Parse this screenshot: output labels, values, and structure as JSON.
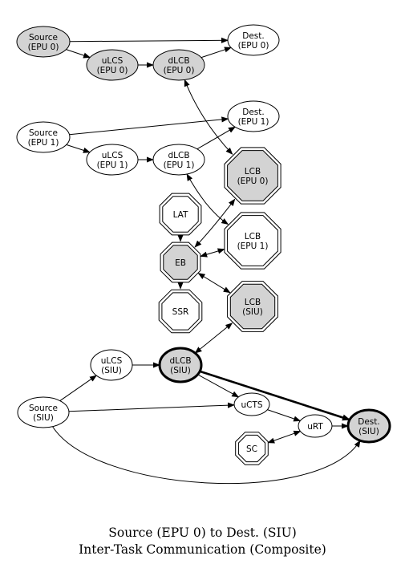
{
  "nodes": [
    {
      "id": "src_epu0",
      "shape": "ellipse",
      "lines": [
        "Source",
        "(EPU 0)"
      ],
      "fill": "#d3d3d3",
      "bold": false
    },
    {
      "id": "dest_epu0",
      "shape": "ellipse",
      "lines": [
        "Dest.",
        "(EPU 0)"
      ],
      "fill": "#ffffff",
      "bold": false
    },
    {
      "id": "ulcs_epu0",
      "shape": "ellipse",
      "lines": [
        "uLCS",
        "(EPU 0)"
      ],
      "fill": "#d3d3d3",
      "bold": false
    },
    {
      "id": "dlcb_epu0",
      "shape": "ellipse",
      "lines": [
        "dLCB",
        "(EPU 0)"
      ],
      "fill": "#d3d3d3",
      "bold": false
    },
    {
      "id": "src_epu1",
      "shape": "ellipse",
      "lines": [
        "Source",
        "(EPU 1)"
      ],
      "fill": "#ffffff",
      "bold": false
    },
    {
      "id": "dest_epu1",
      "shape": "ellipse",
      "lines": [
        "Dest.",
        "(EPU 1)"
      ],
      "fill": "#ffffff",
      "bold": false
    },
    {
      "id": "ulcs_epu1",
      "shape": "ellipse",
      "lines": [
        "uLCS",
        "(EPU 1)"
      ],
      "fill": "#ffffff",
      "bold": false
    },
    {
      "id": "dlcb_epu1",
      "shape": "ellipse",
      "lines": [
        "dLCB",
        "(EPU 1)"
      ],
      "fill": "#ffffff",
      "bold": false
    },
    {
      "id": "lcb_epu0",
      "shape": "octagon",
      "lines": [
        "LCB",
        "(EPU 0)"
      ],
      "fill": "#d3d3d3",
      "bold": false
    },
    {
      "id": "lat",
      "shape": "octagon",
      "lines": [
        "LAT"
      ],
      "fill": "#ffffff",
      "bold": false
    },
    {
      "id": "lcb_epu1",
      "shape": "octagon",
      "lines": [
        "LCB",
        "(EPU 1)"
      ],
      "fill": "#ffffff",
      "bold": false
    },
    {
      "id": "eb",
      "shape": "octagon",
      "lines": [
        "EB"
      ],
      "fill": "#d3d3d3",
      "bold": false
    },
    {
      "id": "ssr",
      "shape": "octagon",
      "lines": [
        "SSR"
      ],
      "fill": "#ffffff",
      "bold": false
    },
    {
      "id": "lcb_siu",
      "shape": "octagon",
      "lines": [
        "LCB",
        "(SIU)"
      ],
      "fill": "#d3d3d3",
      "bold": false
    },
    {
      "id": "ulcs_siu",
      "shape": "ellipse",
      "lines": [
        "uLCS",
        "(SIU)"
      ],
      "fill": "#ffffff",
      "bold": false
    },
    {
      "id": "dlcb_siu",
      "shape": "ellipse",
      "lines": [
        "dLCB",
        "(SIU)"
      ],
      "fill": "#d3d3d3",
      "bold": true
    },
    {
      "id": "src_siu",
      "shape": "ellipse",
      "lines": [
        "Source",
        "(SIU)"
      ],
      "fill": "#ffffff",
      "bold": false
    },
    {
      "id": "ucts",
      "shape": "ellipse",
      "lines": [
        "uCTS"
      ],
      "fill": "#ffffff",
      "bold": false
    },
    {
      "id": "urt",
      "shape": "ellipse",
      "lines": [
        "uRT"
      ],
      "fill": "#ffffff",
      "bold": false
    },
    {
      "id": "dest_siu",
      "shape": "ellipse",
      "lines": [
        "Dest.",
        "(SIU)"
      ],
      "fill": "#d3d3d3",
      "bold": true
    },
    {
      "id": "sc",
      "shape": "octagon",
      "lines": [
        "SC"
      ],
      "fill": "#ffffff",
      "bold": false
    }
  ],
  "edges": [
    {
      "from": "src_epu0",
      "to": "dest_epu0",
      "dir": "forward",
      "bold": false
    },
    {
      "from": "src_epu0",
      "to": "ulcs_epu0",
      "dir": "forward",
      "bold": false
    },
    {
      "from": "ulcs_epu0",
      "to": "dlcb_epu0",
      "dir": "forward",
      "bold": false
    },
    {
      "from": "dlcb_epu0",
      "to": "dest_epu0",
      "dir": "forward",
      "bold": false
    },
    {
      "from": "dlcb_epu0",
      "to": "lcb_epu0",
      "dir": "both",
      "bold": false
    },
    {
      "from": "src_epu1",
      "to": "dest_epu1",
      "dir": "forward",
      "bold": false
    },
    {
      "from": "src_epu1",
      "to": "ulcs_epu1",
      "dir": "forward",
      "bold": false
    },
    {
      "from": "ulcs_epu1",
      "to": "dlcb_epu1",
      "dir": "forward",
      "bold": false
    },
    {
      "from": "dlcb_epu1",
      "to": "dest_epu1",
      "dir": "forward",
      "bold": false
    },
    {
      "from": "dlcb_epu1",
      "to": "lcb_epu1",
      "dir": "both",
      "bold": false
    },
    {
      "from": "lat",
      "to": "eb",
      "dir": "forward",
      "bold": false
    },
    {
      "from": "eb",
      "to": "lcb_epu0",
      "dir": "both",
      "bold": false
    },
    {
      "from": "eb",
      "to": "lcb_epu1",
      "dir": "both",
      "bold": false
    },
    {
      "from": "eb",
      "to": "ssr",
      "dir": "forward",
      "bold": false
    },
    {
      "from": "eb",
      "to": "lcb_siu",
      "dir": "both",
      "bold": false
    },
    {
      "from": "lcb_siu",
      "to": "dlcb_siu",
      "dir": "both",
      "bold": false
    },
    {
      "from": "ulcs_siu",
      "to": "dlcb_siu",
      "dir": "forward",
      "bold": false
    },
    {
      "from": "src_siu",
      "to": "ulcs_siu",
      "dir": "forward",
      "bold": false
    },
    {
      "from": "src_siu",
      "to": "ucts",
      "dir": "forward",
      "bold": false
    },
    {
      "from": "src_siu",
      "to": "dest_siu",
      "dir": "forward",
      "bold": false
    },
    {
      "from": "dlcb_siu",
      "to": "ucts",
      "dir": "forward",
      "bold": false
    },
    {
      "from": "dlcb_siu",
      "to": "dest_siu",
      "dir": "forward",
      "bold": true
    },
    {
      "from": "ucts",
      "to": "urt",
      "dir": "forward",
      "bold": false
    },
    {
      "from": "urt",
      "to": "dest_siu",
      "dir": "forward",
      "bold": false
    },
    {
      "from": "sc",
      "to": "urt",
      "dir": "both",
      "bold": false
    }
  ],
  "caption": {
    "line1": "Source (EPU 0) to Dest. (SIU)",
    "line2": "Inter-Task Communication (Composite)"
  }
}
